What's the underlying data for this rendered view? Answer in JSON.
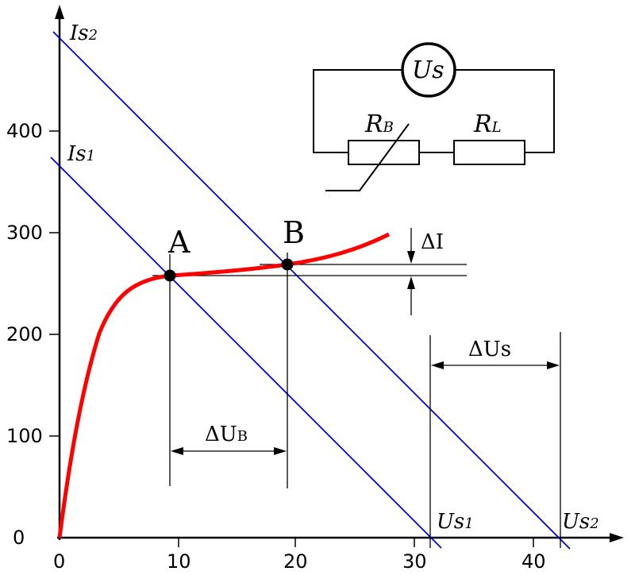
{
  "colors": {
    "curve": "#ff0000",
    "load_lines": "#0000cc",
    "axes": "#000000"
  },
  "x_ticks": [
    "0",
    "10",
    "20",
    "30",
    "40"
  ],
  "y_ticks": [
    "0",
    "100",
    "200",
    "300",
    "400"
  ],
  "points": {
    "a": "A",
    "b": "B"
  },
  "labels": {
    "is2_main": "Is",
    "is2_sub": "2",
    "is1_main": "Is",
    "is1_sub": "1",
    "us1_main": "Us",
    "us1_sub": "1",
    "us2_main": "Us",
    "us2_sub": "2",
    "delta_i": "ΔI",
    "delta_us": "ΔUs",
    "delta_ub_main": "ΔU",
    "delta_ub_sub": "B"
  },
  "circuit": {
    "source": "Us",
    "rb_main": "R",
    "rb_sub": "B",
    "rl_main": "R",
    "rl_sub": "L"
  }
}
